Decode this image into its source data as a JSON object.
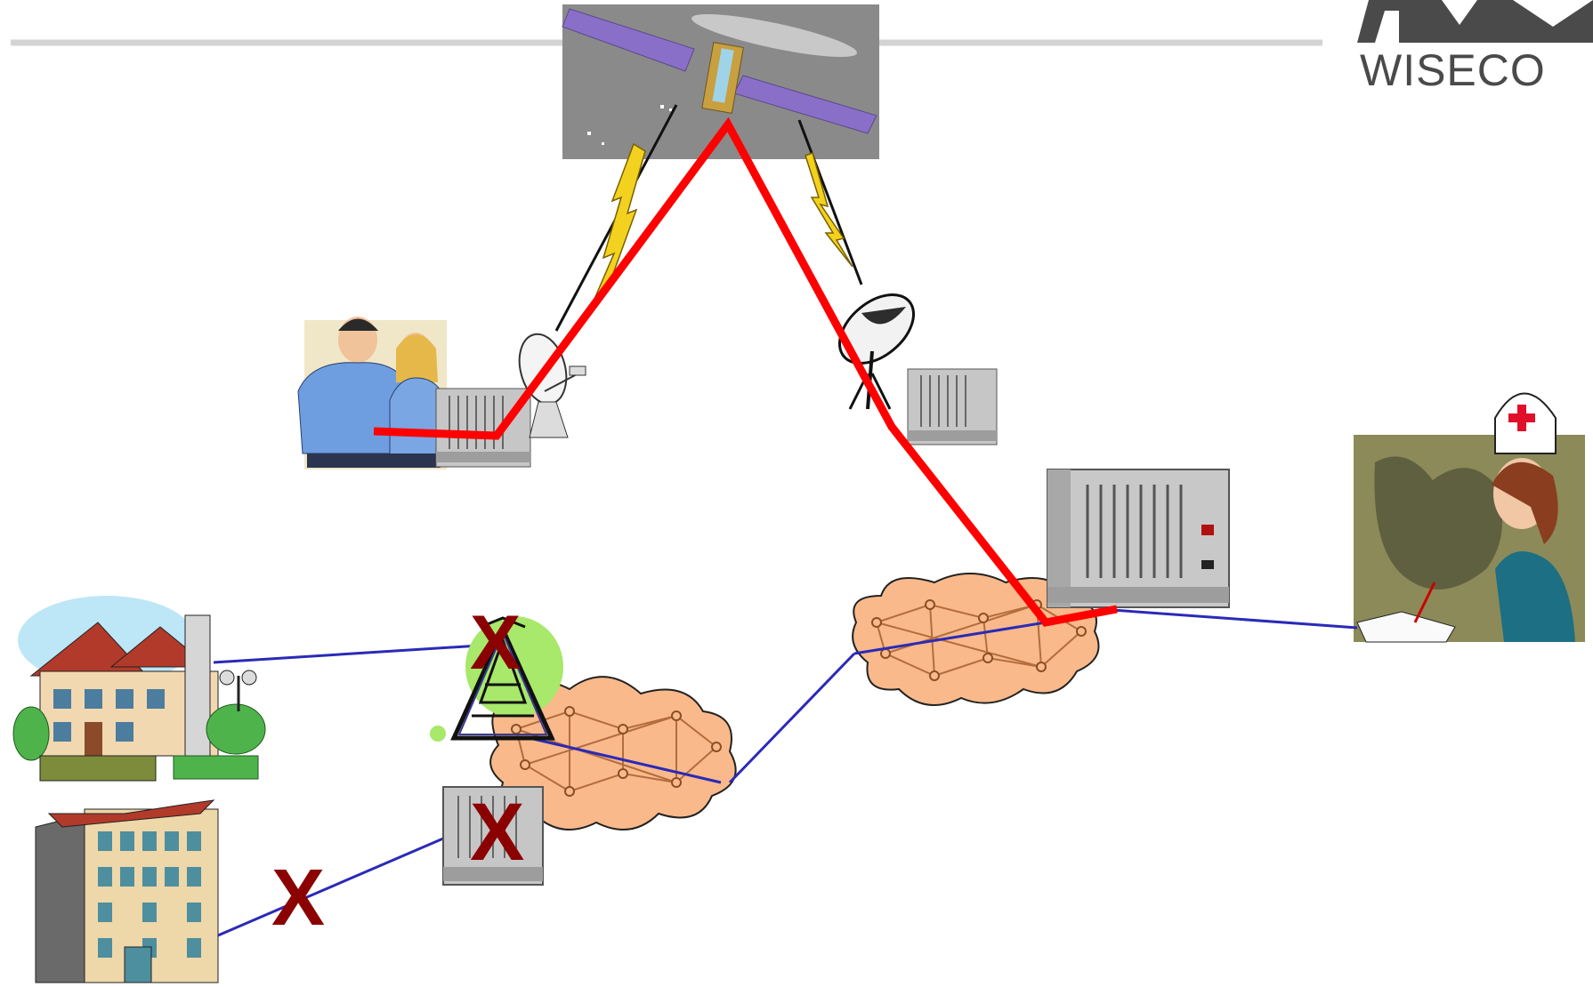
{
  "logo": {
    "text": "WISECO"
  },
  "failure_marks": [
    {
      "id": "tower-failure",
      "label": "X"
    },
    {
      "id": "rack-failure",
      "label": "X"
    },
    {
      "id": "link-failure",
      "label": "X"
    }
  ],
  "colors": {
    "satellite_path": "#ff0000",
    "terrestrial_link": "#2a2ab8",
    "failure_mark": "#8b0000",
    "header_rule": "#d3d3d3",
    "cloud_fill": "#f9b98a",
    "rack_gray": "#bdbdbd"
  }
}
